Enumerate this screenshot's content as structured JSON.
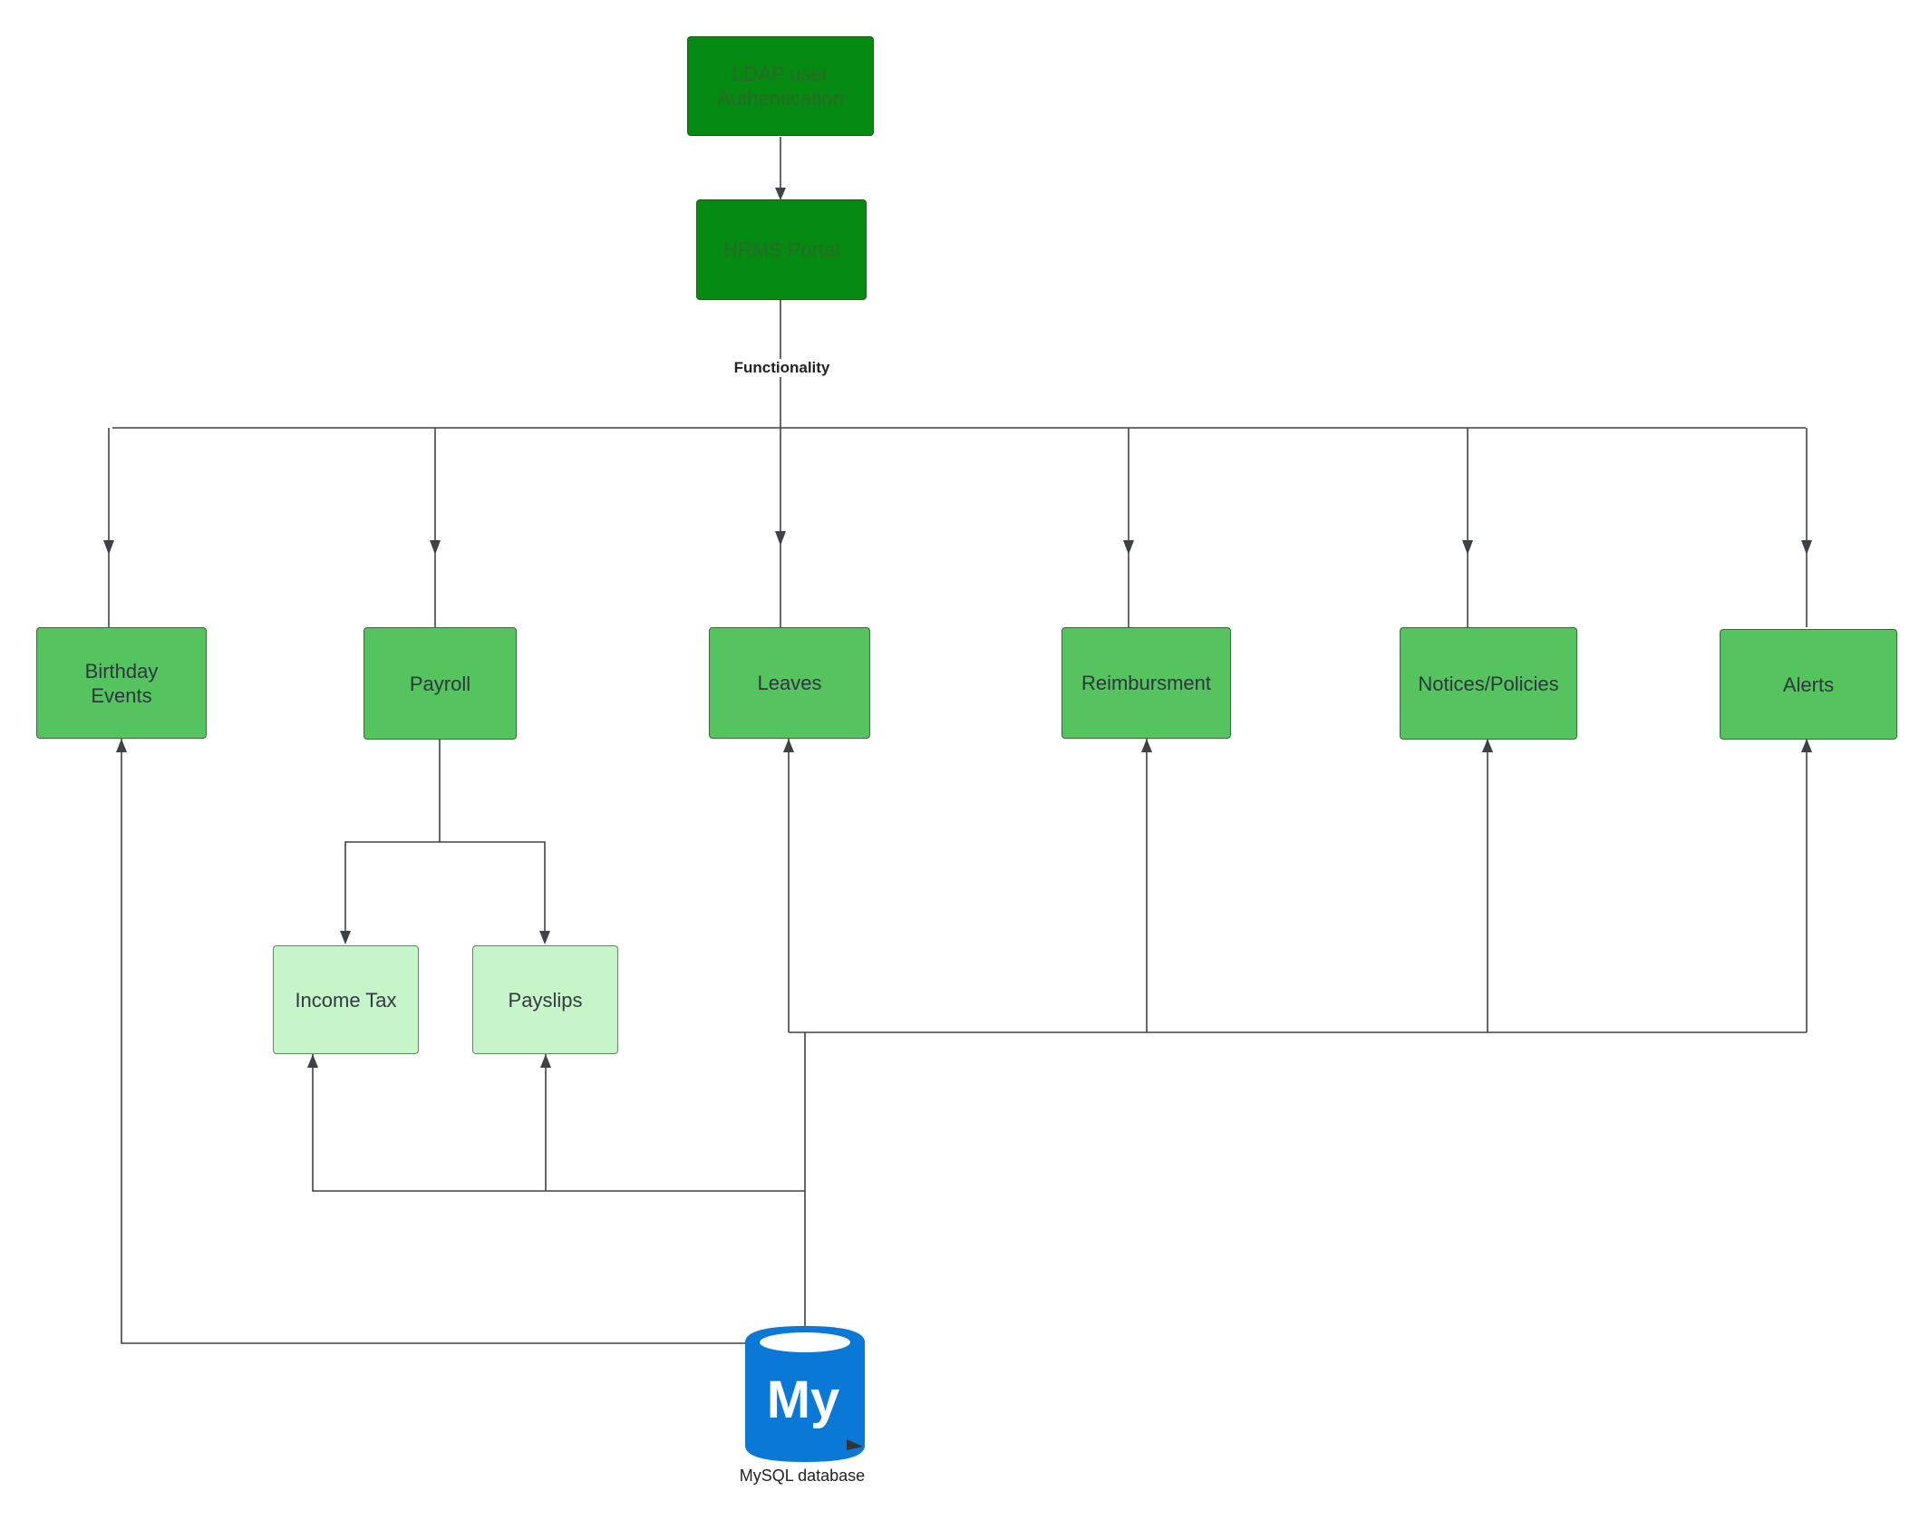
{
  "diagram": {
    "nodes": {
      "ldap": "LDAP user\nAuthentication",
      "hrms": "HRMS Portal",
      "birthday": "Birthday\nEvents",
      "payroll": "Payroll",
      "leaves": "Leaves",
      "reimbursment": "Reimbursment",
      "notices": "Notices/Policies",
      "alerts": "Alerts",
      "income_tax": "Income Tax",
      "payslips": "Payslips"
    },
    "edge_labels": {
      "functionality": "Functionality"
    },
    "database": {
      "logo_text": "My",
      "label": "MySQL database",
      "icon": "mysql-database-icon"
    },
    "colors": {
      "dark_green": "#048a10",
      "mid_green": "#55c45f",
      "light_green": "#c5f5c8",
      "db_blue": "#0a78d7",
      "line": "#3e4248"
    }
  }
}
